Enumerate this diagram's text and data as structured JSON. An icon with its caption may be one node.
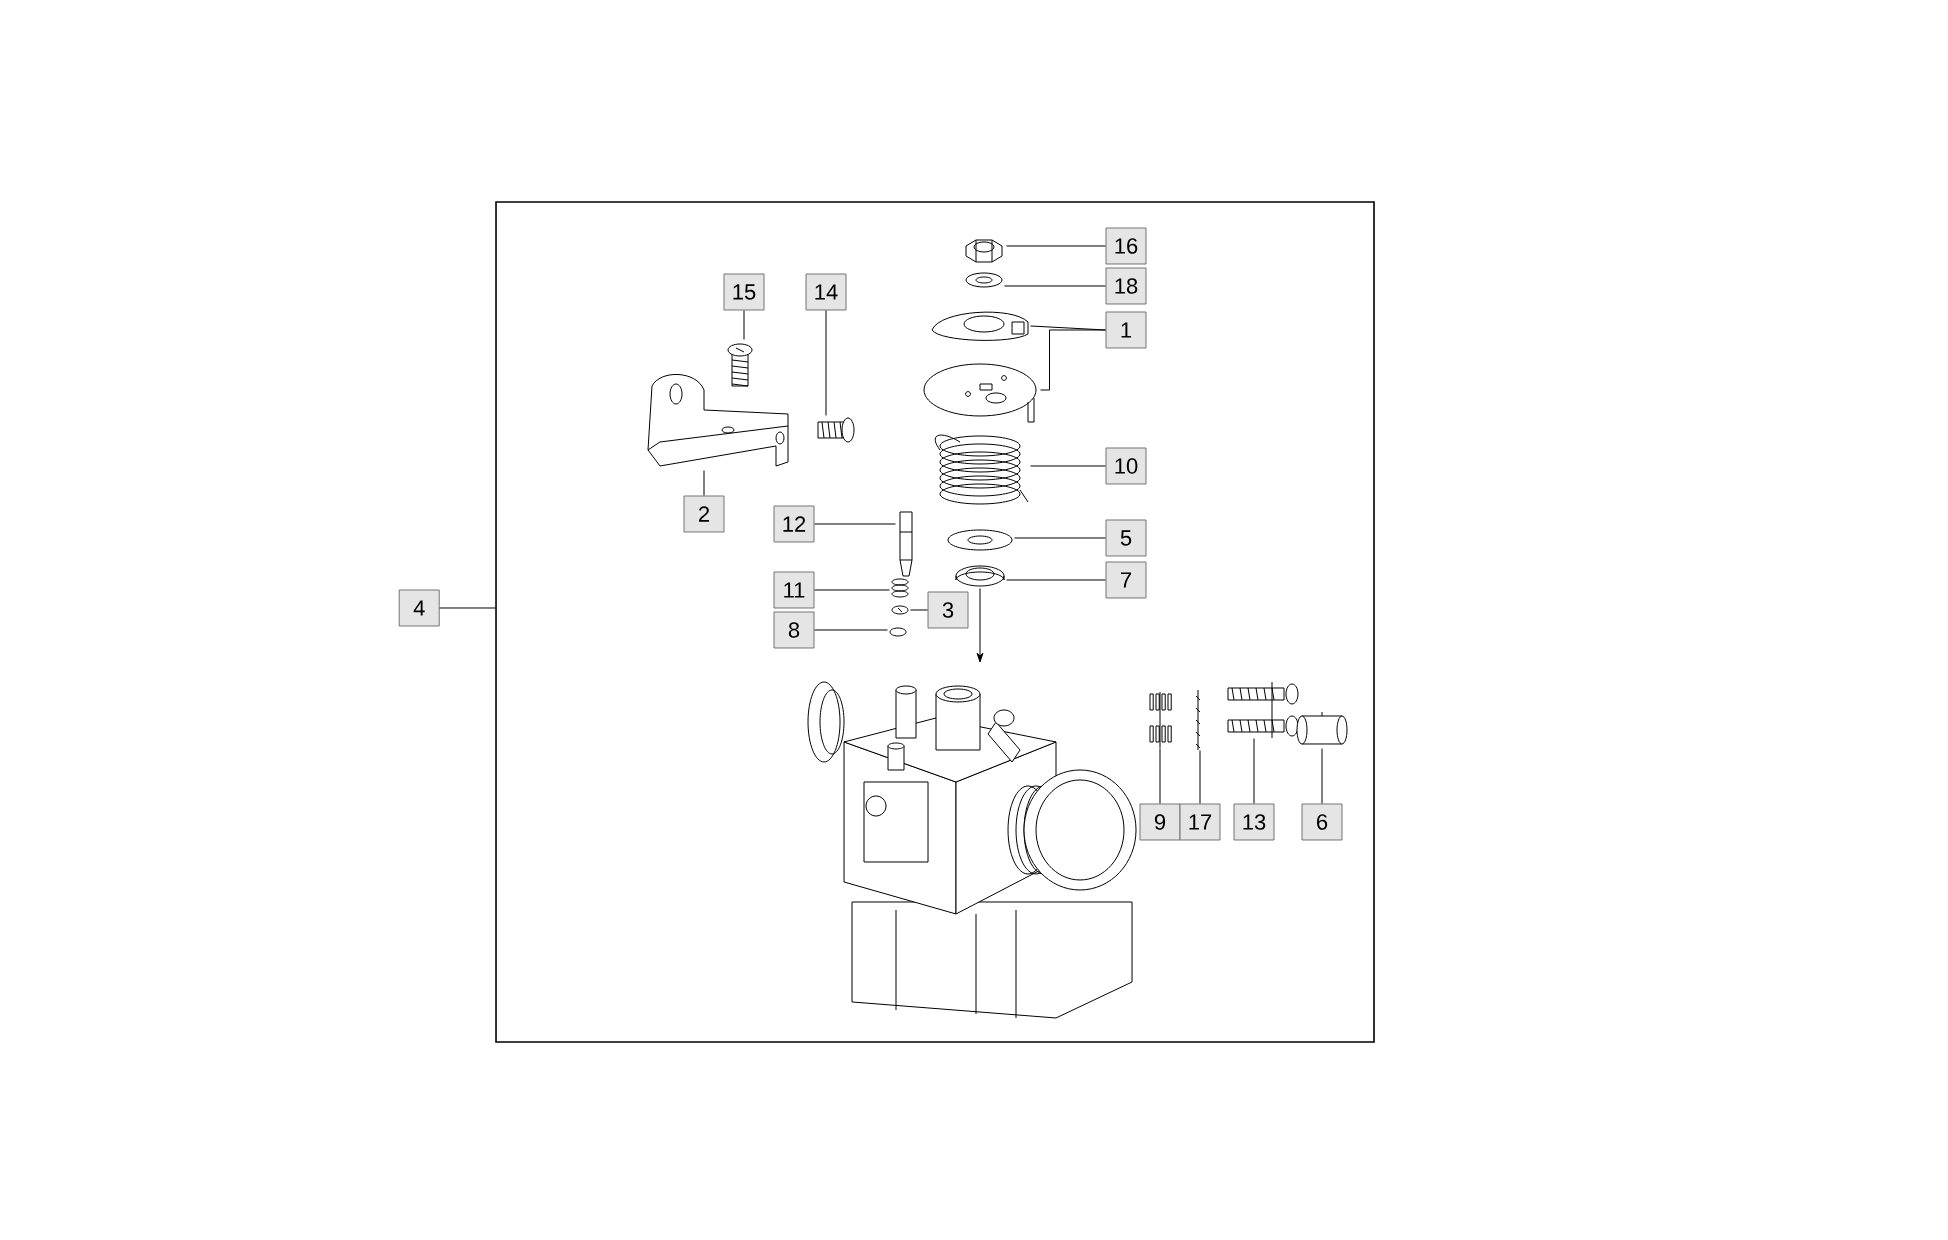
{
  "diagram": {
    "nodes": [
      {
        "text": [],
        "shape": "box"
      },
      {
        "text": [
          "16"
        ],
        "in": 0
      },
      {
        "text": [
          "18"
        ],
        "in": 0
      },
      {
        "text": [
          "1"
        ],
        "in": 0
      },
      {
        "text": [
          "15"
        ],
        "in": 0
      },
      {
        "text": [
          "14"
        ],
        "in": 0
      },
      {
        "text": [
          "10"
        ],
        "in": 0
      },
      {
        "text": [
          "2"
        ],
        "in": 0
      },
      {
        "text": [
          "12"
        ],
        "in": 0
      },
      {
        "text": [
          "5"
        ],
        "in": 0
      },
      {
        "text": [
          "7"
        ],
        "in": 0
      },
      {
        "text": [
          "11"
        ],
        "in": 0
      },
      {
        "text": [
          "3"
        ],
        "in": 0
      },
      {
        "text": [
          "8"
        ],
        "in": 0
      },
      {
        "text": [
          "4"
        ]
      },
      {
        "text": [
          "9"
        ],
        "in": 0
      },
      {
        "text": [
          "17"
        ],
        "in": 0
      },
      {
        "text": [
          "13"
        ],
        "in": 0
      },
      {
        "text": [
          "6"
        ],
        "in": 0
      },
      {
        "text": [],
        "shape": "picture",
        "in": 0
      },
      {
        "text": [],
        "shape": "picture",
        "in": 0
      },
      {
        "text": [],
        "shape": "picture",
        "in": 0
      },
      {
        "text": [],
        "shape": "picture",
        "in": 0
      },
      {
        "text": [],
        "shape": "picture",
        "in": 0
      },
      {
        "text": [],
        "shape": "picture",
        "in": 0
      },
      {
        "text": [],
        "shape": "picture",
        "in": 0
      },
      {
        "text": [],
        "shape": "picture",
        "in": 0
      },
      {
        "text": [],
        "shape": "picture",
        "in": 0
      },
      {
        "text": [],
        "shape": "picture",
        "in": 0
      },
      {
        "text": [],
        "shape": "picture",
        "in": 0
      },
      {
        "text": [],
        "shape": "picture",
        "in": 0
      },
      {
        "text": [],
        "shape": "picture",
        "in": 0
      },
      {
        "text": [],
        "shape": "picture",
        "in": 0
      },
      {
        "text": [],
        "shape": "picture",
        "in": 0
      },
      {
        "text": [],
        "shape": "picture",
        "in": 0
      },
      {
        "text": [],
        "shape": "picture",
        "in": 0
      },
      {
        "text": [],
        "shape": "picture",
        "in": 0
      },
      {
        "text": [],
        "shape": "cylinder",
        "in": 0
      }
    ],
    "edges": [
      {
        "from": 1,
        "to": 19,
        "arrow": "none"
      },
      {
        "from": 2,
        "to": 20,
        "arrow": "none"
      },
      {
        "from": 3,
        "to": 21,
        "arrow": "none"
      },
      {
        "from": 3,
        "to": 22,
        "arrow": "none"
      },
      {
        "from": 4,
        "to": 23,
        "arrow": "none"
      },
      {
        "from": 5,
        "to": 24,
        "arrow": "none"
      },
      {
        "from": 6,
        "to": 26,
        "arrow": "none"
      },
      {
        "from": 7,
        "to": 25,
        "arrow": "none"
      },
      {
        "from": 8,
        "to": 27,
        "arrow": "none"
      },
      {
        "from": 9,
        "to": 28,
        "arrow": "none"
      },
      {
        "from": 10,
        "to": 29,
        "arrow": "none"
      },
      {
        "from": 11,
        "to": 30,
        "arrow": "none"
      },
      {
        "from": 12,
        "to": 31,
        "arrow": "none"
      },
      {
        "from": 13,
        "to": 32,
        "arrow": "none"
      },
      {
        "from": 14,
        "to": 0,
        "arrow": "none"
      },
      {
        "from": 15,
        "to": 34,
        "arrow": "none"
      },
      {
        "from": 16,
        "to": 35,
        "arrow": "none"
      },
      {
        "from": 17,
        "to": 36,
        "arrow": "none"
      },
      {
        "from": 18,
        "to": 37,
        "arrow": "none"
      },
      {
        "from": 29,
        "to": 33,
        "arrow": "to"
      }
    ]
  }
}
